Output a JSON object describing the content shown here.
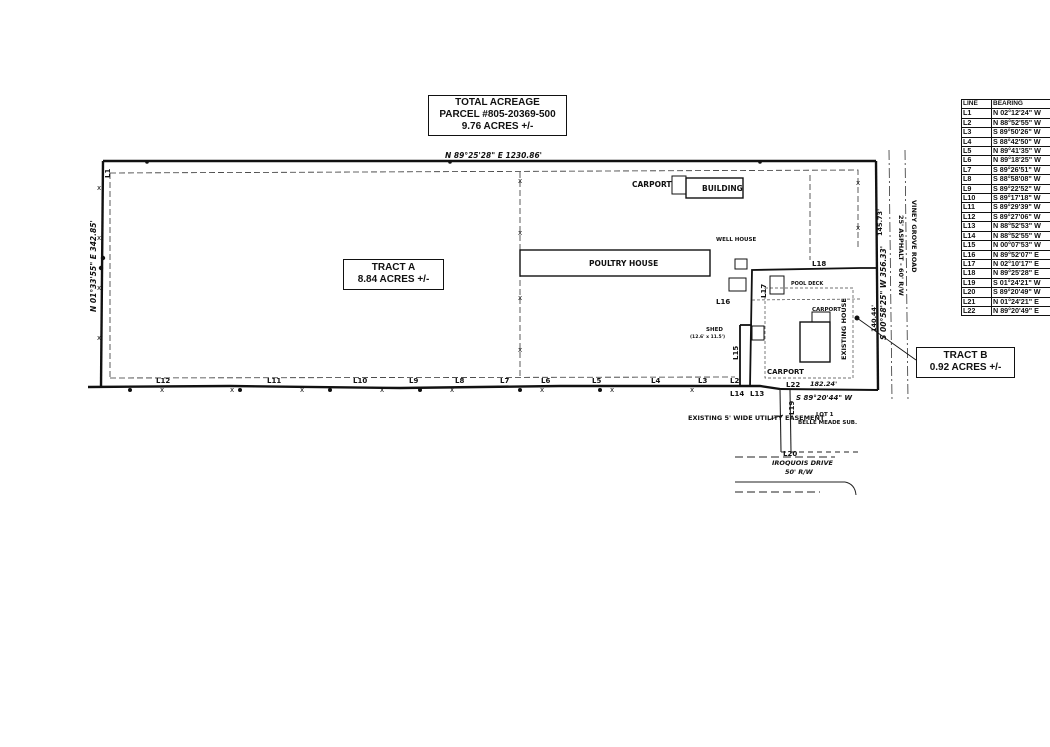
{
  "summary": {
    "title": "TOTAL ACREAGE",
    "parcel": "PARCEL #805-20369-500",
    "acres": "9.76 ACRES +/-"
  },
  "tract_a": {
    "name": "TRACT A",
    "acres": "8.84 ACRES +/-"
  },
  "tract_b": {
    "name": "TRACT B",
    "acres": "0.92 ACRES +/-"
  },
  "labels": {
    "north_line": "N 89°25'28\" E 1230.86'",
    "west_line": "N 01°33'55\" E 342.85'",
    "east_line": "S 00°58'25\" W 356.33'",
    "south_bearing": "S 89°20'44\" W",
    "south_dist": "182.24'",
    "road_name": "VINEY GROVE ROAD",
    "road_width": "25' ASPHALT - 60' R/W",
    "street_name": "IROQUOIS DRIVE",
    "street_rw": "50' R/W",
    "poultry_house": "POULTRY HOUSE",
    "building": "BUILDING",
    "carport_top": "CARPORT",
    "carport_small": "CARPORT",
    "carport_bottom": "CARPORT",
    "well_house": "WELL HOUSE",
    "shed": "SHED",
    "shed_dims": "(12.6' x 11.5')",
    "pool_deck": "POOL DECK",
    "existing_house": "EXISTING HOUSE",
    "easement": "EXISTING 5' WIDE UTILITY EASEMENT",
    "lot": "LOT 1",
    "subdivision": "BELLE MEADE SUB.",
    "dist_145": "145.73'",
    "dist_140": "140.44'"
  },
  "line_labels": {
    "L1": "L1",
    "L2": "L2",
    "L3": "L3",
    "L4": "L4",
    "L5": "L5",
    "L6": "L6",
    "L7": "L7",
    "L8": "L8",
    "L9": "L9",
    "L10": "L10",
    "L11": "L11",
    "L12": "L12",
    "L13": "L13",
    "L14": "L14",
    "L15": "L15",
    "L16": "L16",
    "L17": "L17",
    "L18": "L18",
    "L19": "L19",
    "L20": "L20",
    "L22": "L22"
  },
  "line_table": {
    "headers": [
      "LINE",
      "BEARING"
    ],
    "rows": [
      [
        "L1",
        "N 02°12'24\" W"
      ],
      [
        "L2",
        "N 88°52'55\" W"
      ],
      [
        "L3",
        "S 89°50'26\" W"
      ],
      [
        "L4",
        "S 88°42'50\" W"
      ],
      [
        "L5",
        "N 89°41'35\" W"
      ],
      [
        "L6",
        "N 89°18'25\" W"
      ],
      [
        "L7",
        "S 89°26'51\" W"
      ],
      [
        "L8",
        "S 88°58'08\" W"
      ],
      [
        "L9",
        "S 89°22'52\" W"
      ],
      [
        "L10",
        "S 89°17'18\" W"
      ],
      [
        "L11",
        "S 89°29'39\" W"
      ],
      [
        "L12",
        "S 89°27'06\" W"
      ],
      [
        "L13",
        "N 88°52'53\" W"
      ],
      [
        "L14",
        "N 88°52'55\" W"
      ],
      [
        "L15",
        "N 00°07'53\" W"
      ],
      [
        "L16",
        "N 89°52'07\" E"
      ],
      [
        "L17",
        "N 02°10'17\" E"
      ],
      [
        "L18",
        "N 89°25'28\" E"
      ],
      [
        "L19",
        "S 01°24'21\" W"
      ],
      [
        "L20",
        "S 89°20'49\" W"
      ],
      [
        "L21",
        "N 01°24'21\" E"
      ],
      [
        "L22",
        "N 89°20'49\" E"
      ]
    ]
  }
}
